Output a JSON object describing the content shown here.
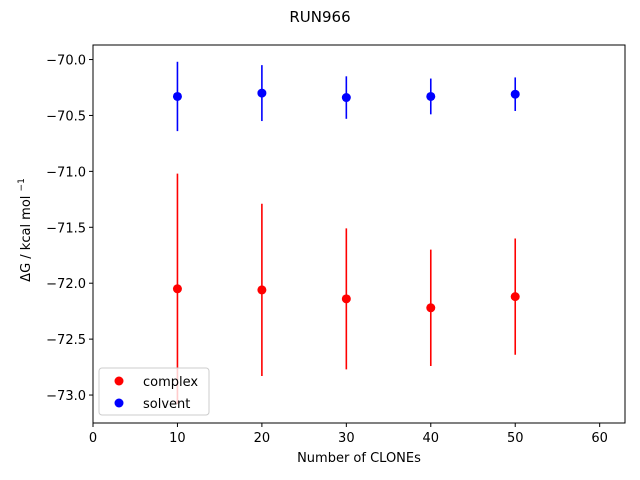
{
  "chart_data": {
    "type": "scatter",
    "title": "RUN966",
    "xlabel": "Number of CLONEs",
    "ylabel": "ΔG / kcal mol",
    "ylabel_exponent": "−1",
    "xlim": [
      0,
      63
    ],
    "ylim": [
      -73.25,
      -69.87
    ],
    "xticks": [
      0,
      10,
      20,
      30,
      40,
      50,
      60
    ],
    "yticks": [
      -73.0,
      -72.5,
      -72.0,
      -71.5,
      -71.0,
      -70.5,
      -70.0
    ],
    "xtick_labels": [
      "0",
      "10",
      "20",
      "30",
      "40",
      "50",
      "60"
    ],
    "ytick_labels": [
      "−73.0",
      "−72.5",
      "−72.0",
      "−71.5",
      "−71.0",
      "−70.5",
      "−70.0"
    ],
    "legend_position": "lower-left",
    "series": [
      {
        "name": "complex",
        "color": "#ff0000",
        "x": [
          10,
          20,
          30,
          40,
          50
        ],
        "y": [
          -72.05,
          -72.06,
          -72.14,
          -72.22,
          -72.12
        ],
        "yerr": [
          1.03,
          0.77,
          0.63,
          0.52,
          0.52
        ]
      },
      {
        "name": "solvent",
        "color": "#0000ff",
        "x": [
          10,
          20,
          30,
          40,
          50
        ],
        "y": [
          -70.33,
          -70.3,
          -70.34,
          -70.33,
          -70.31
        ],
        "yerr": [
          0.31,
          0.25,
          0.19,
          0.16,
          0.15
        ]
      }
    ]
  }
}
